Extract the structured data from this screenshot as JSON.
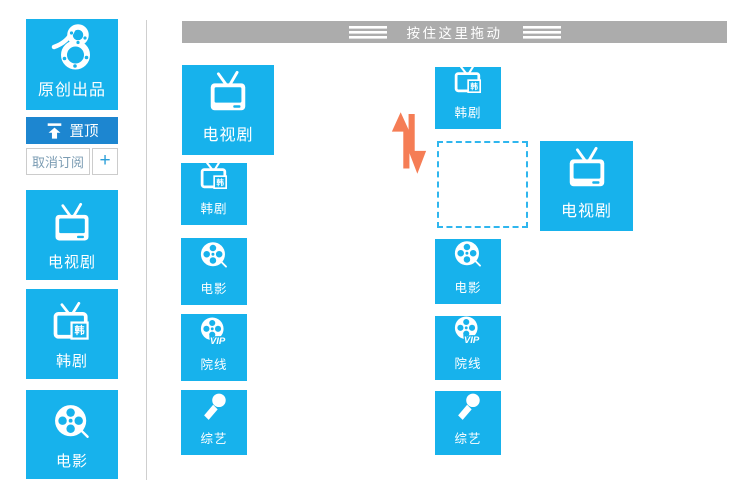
{
  "colors": {
    "tile_blue": "#17b2ec",
    "pin_blue": "#1d86d0",
    "header_gray": "#acacac",
    "arrow_orange": "#f57d55",
    "dashed_border": "#2fb6ee",
    "divider_gray": "#cfcfcf",
    "unsubscribe_text": "#7b9cb3",
    "plus_blue": "#2b9fd9",
    "tile_text": "#ffffff"
  },
  "sidebar": {
    "brand": {
      "name": "original-production",
      "label": "原创出品",
      "icon": "film-butterfly-logo-icon"
    },
    "pin_button": {
      "label": "置顶",
      "icon": "pin-top-icon"
    },
    "unsubscribe_button": {
      "label": "取消订阅"
    },
    "add_button": {
      "label": "+"
    },
    "tiles": [
      {
        "name": "tv-drama",
        "label": "电视剧",
        "icon": "tv-icon"
      },
      {
        "name": "korean-drama",
        "label": "韩剧",
        "icon": "tv-korean-badge-icon",
        "badge": "韩"
      },
      {
        "name": "movie",
        "label": "电影",
        "icon": "film-reel-icon"
      }
    ]
  },
  "dropzone": {
    "drag_hint": "按住这里拖动",
    "icon": "drag-lines-icon"
  },
  "board": {
    "left_column": [
      {
        "name": "tv-drama",
        "label": "电视剧",
        "icon": "tv-icon",
        "size": "large"
      },
      {
        "name": "korean-drama",
        "label": "韩剧",
        "icon": "tv-korean-badge-icon",
        "badge": "韩"
      },
      {
        "name": "movie",
        "label": "电影",
        "icon": "film-reel-icon"
      },
      {
        "name": "cinema",
        "label": "院线",
        "icon": "film-reel-vip-icon",
        "badge": "VIP"
      },
      {
        "name": "variety",
        "label": "综艺",
        "icon": "microphone-icon"
      }
    ],
    "right_column": [
      {
        "name": "korean-drama",
        "label": "韩剧",
        "icon": "tv-korean-badge-icon",
        "badge": "韩"
      },
      {
        "name": "empty-slot",
        "placeholder": true
      },
      {
        "name": "movie",
        "label": "电影",
        "icon": "film-reel-icon"
      },
      {
        "name": "cinema",
        "label": "院线",
        "icon": "film-reel-vip-icon",
        "badge": "VIP"
      },
      {
        "name": "variety",
        "label": "综艺",
        "icon": "microphone-icon"
      }
    ],
    "dragged_tile": {
      "name": "tv-drama",
      "label": "电视剧",
      "icon": "tv-icon",
      "size": "large"
    },
    "swap_indicator_icon": "swap-arrows-icon"
  }
}
